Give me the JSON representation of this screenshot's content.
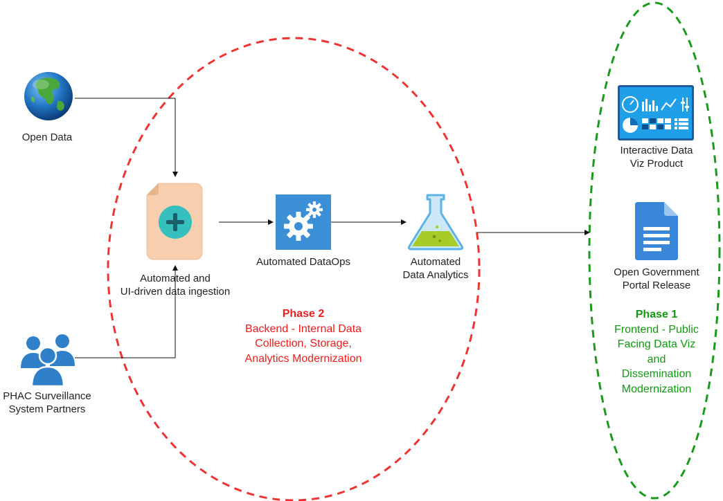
{
  "nodes": {
    "open_data": {
      "label": "Open Data",
      "icon": "globe-icon"
    },
    "partners": {
      "label_lines": [
        "PHAC Surveillance",
        "System Partners"
      ],
      "icon": "users-group-icon"
    },
    "ingestion": {
      "label_lines": [
        "Automated and",
        "UI-driven data ingestion"
      ],
      "icon": "add-document-icon"
    },
    "dataops": {
      "label": "Automated DataOps",
      "icon": "gears-icon"
    },
    "analytics": {
      "label_lines": [
        "Automated",
        "Data Analytics"
      ],
      "icon": "flask-icon"
    },
    "dataviz": {
      "label_lines": [
        "Interactive Data",
        "Viz Product"
      ],
      "icon": "dashboard-icon"
    },
    "portal": {
      "label_lines": [
        "Open Government",
        "Portal Release"
      ],
      "icon": "document-icon"
    }
  },
  "phases": {
    "phase2": {
      "title": "Phase 2",
      "lines": [
        "Backend - Internal Data",
        "Collection, Storage,",
        "Analytics Modernization"
      ],
      "color": "#ee1c1c"
    },
    "phase1": {
      "title": "Phase 1",
      "lines": [
        "Frontend - Public",
        "Facing Data Viz",
        "and",
        "Dissemination",
        "Modernization"
      ],
      "color": "#119911"
    }
  },
  "colors": {
    "accent_blue": "#2f8bd0",
    "ingest_teal": "#36c0bd",
    "ingest_doc": "#f7cfae",
    "flask_green": "#a7cc2a",
    "dashboard_bg": "#1e9fe8"
  }
}
